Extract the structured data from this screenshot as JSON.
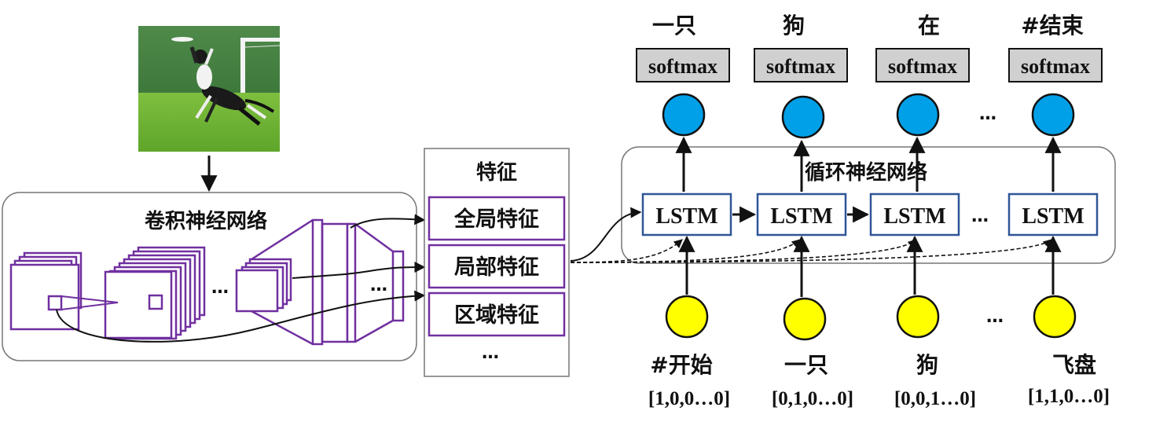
{
  "photo": {
    "subject": "dog catching frisbee on grass"
  },
  "cnn": {
    "title": "卷积神经网络",
    "ellipsis1": "…",
    "ellipsis2": "…"
  },
  "features": {
    "title": "特征",
    "items": [
      "全局特征",
      "局部特征",
      "区域特征"
    ],
    "ellipsis": "…"
  },
  "rnn": {
    "title": "循环神经网络",
    "cell_label": "LSTM",
    "ellipsis": "…"
  },
  "outputs": {
    "words": [
      "一只",
      "狗",
      "在",
      "#结束"
    ],
    "softmax_label": "softmax",
    "ellipsis": "…"
  },
  "inputs": {
    "words": [
      "#开始",
      "一只",
      "狗",
      "飞盘"
    ],
    "vectors": [
      "[1,0,0…0]",
      "[0,1,0…0]",
      "[0,0,1…0]",
      "[1,1,0…0]"
    ],
    "ellipsis": "…"
  },
  "colors": {
    "cnn_purple": "#7030a0",
    "lstm_blue": "#2f5597",
    "output_node": "#00a0e8",
    "input_node": "#ffff00",
    "softmax_bg": "#d0d0d0"
  }
}
